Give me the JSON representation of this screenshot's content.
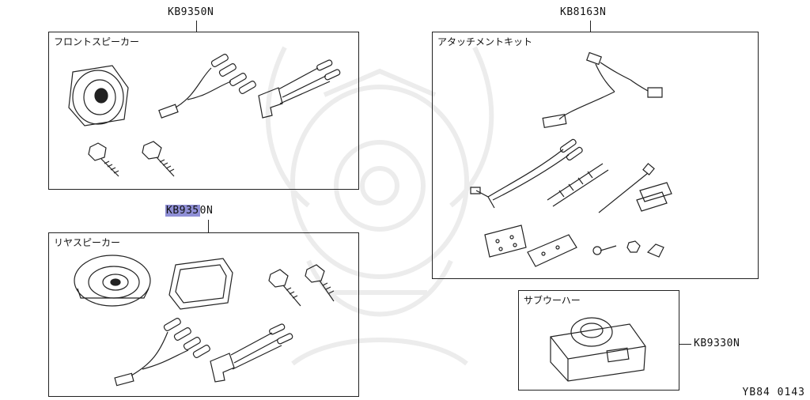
{
  "groups": {
    "front": {
      "part_number": "KB9350N",
      "title": "フロントスピーカー"
    },
    "rear": {
      "part_number_highlight": "KB935",
      "part_number_rest": "0N",
      "title": "リヤスピーカー"
    },
    "attach": {
      "part_number": "KB8163N",
      "title": "アタッチメントキット"
    },
    "sub": {
      "part_number": "KB9330N",
      "title": "サブウーハー",
      "leader_prefix": "—"
    }
  },
  "diagram_code": "YB84 0143",
  "colors": {
    "highlight": "#8f8fd6",
    "line": "#222222",
    "watermark": "#ececec"
  }
}
